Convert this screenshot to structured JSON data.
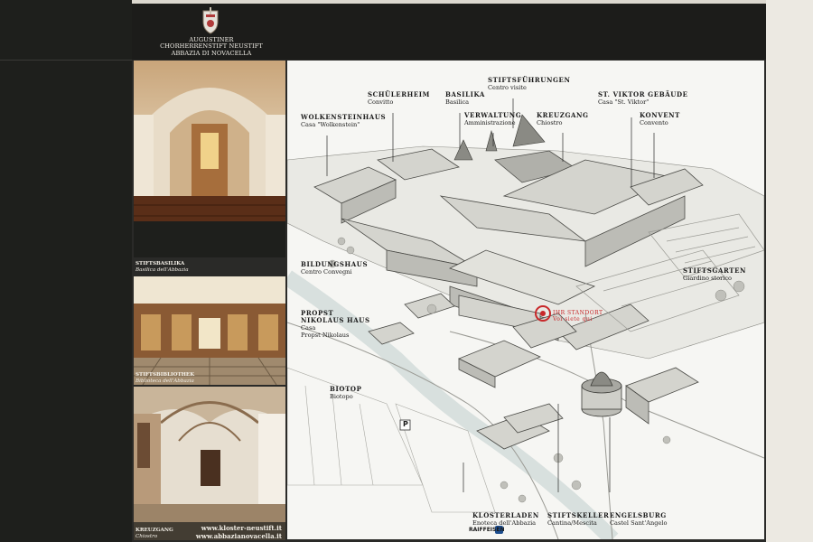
{
  "header": {
    "crest_lines": [
      "AUGUSTINER",
      "CHORHERRENSTIFT NEUSTIFT",
      "ABBAZIA DI NOVACELLA"
    ]
  },
  "photos": [
    {
      "title": "STIFTSBASILIKA",
      "subtitle": "Basilica dell'Abbazia"
    },
    {
      "title": "STIFTSBIBLIOTHEK",
      "subtitle": "Biblioteca dell'Abbazia"
    },
    {
      "title": "KREUZGANG",
      "subtitle": "Chiostro"
    }
  ],
  "urls": [
    "www.kloster-neustift.it",
    "www.abbazianovacella.it"
  ],
  "map_labels": {
    "wolkensteinhaus": {
      "title": "WOLKENSTEINHAUS",
      "subtitle": "Casa \"Wolkenstein\""
    },
    "schuelerheim": {
      "title": "SCHÜLERHEIM",
      "subtitle": "Convitto"
    },
    "basilika": {
      "title": "BASILIKA",
      "subtitle": "Basilica"
    },
    "verwaltung": {
      "title": "VERWALTUNG",
      "subtitle": "Amministrazione"
    },
    "stiftsfuehrungen": {
      "title": "STIFTSFÜHRUNGEN",
      "subtitle": "Centro visite"
    },
    "kreuzgang": {
      "title": "KREUZGANG",
      "subtitle": "Chiostro"
    },
    "st_viktor": {
      "title": "ST. VIKTOR GEBÄUDE",
      "subtitle": "Casa \"St. Viktor\""
    },
    "konvent": {
      "title": "KONVENT",
      "subtitle": "Convento"
    },
    "bildungshaus": {
      "title": "BILDUNGSHAUS",
      "subtitle": "Centro Convegni"
    },
    "stiftsgarten": {
      "title": "STIFTSGARTEN",
      "subtitle": "Giardino storico"
    },
    "propst": {
      "title": "PROPST",
      "subtitle_1": "NIKOLAUS HAUS",
      "subtitle_2": "Casa",
      "subtitle_3": "Propst Nikolaus"
    },
    "biotop": {
      "title": "BIOTOP",
      "subtitle": "Biotopo"
    },
    "klosterladen": {
      "title": "KLOSTERLADEN",
      "subtitle": "Enoteca dell'Abbazia"
    },
    "stiftskeller": {
      "title": "STIFTSKELLER",
      "subtitle": "Cantina/Mescita"
    },
    "engelsburg": {
      "title": "ENGELSBURG",
      "subtitle": "Castel Sant'Angelo"
    }
  },
  "you_are_here": {
    "title": "IHR STANDORT",
    "subtitle": "Voi siete qui"
  },
  "parking": "P",
  "sponsor": "RAIFFEISEN",
  "colors": {
    "marker": "#c8282a",
    "board": "#1e1f1c",
    "map_bg": "#f6f6f3"
  }
}
